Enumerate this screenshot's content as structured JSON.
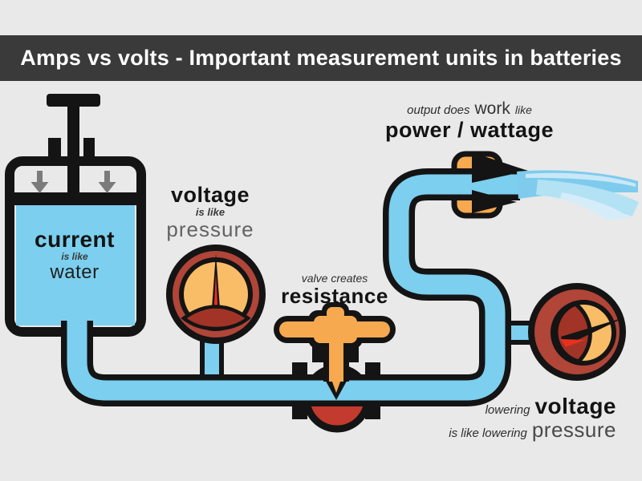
{
  "banner": {
    "title": "Amps vs volts - Important measurement units in batteries"
  },
  "labels": {
    "current": {
      "term": "current",
      "connector": "is like",
      "analogy": "water"
    },
    "voltage": {
      "term": "voltage",
      "connector": "is like",
      "analogy": "pressure"
    },
    "resistance": {
      "intro": "valve creates",
      "term": "resistance"
    },
    "power": {
      "intro": "output does",
      "emphasis": "work",
      "suffix": "like",
      "term": "power / wattage"
    },
    "lowering": {
      "intro": "lowering",
      "term": "voltage",
      "connector": "is like lowering",
      "analogy": "pressure"
    }
  },
  "colors": {
    "background": "#e9e9e9",
    "banner_bg": "#3a3a3a",
    "banner_text": "#ffffff",
    "outline": "#141414",
    "water_blue": "#7ccfee",
    "gauge_ring": "#b04538",
    "gauge_face": "#f9bd68",
    "gauge_dark": "#a23327",
    "needle_red": "#e8301f",
    "valve_red": "#c23b2e",
    "fixture_orange": "#f6a94f",
    "arrow_gray": "#7b7b7b",
    "spray_main": "#7ecbed",
    "spray_light": "#b3e2f5",
    "spray_faint": "#d5edf9"
  }
}
